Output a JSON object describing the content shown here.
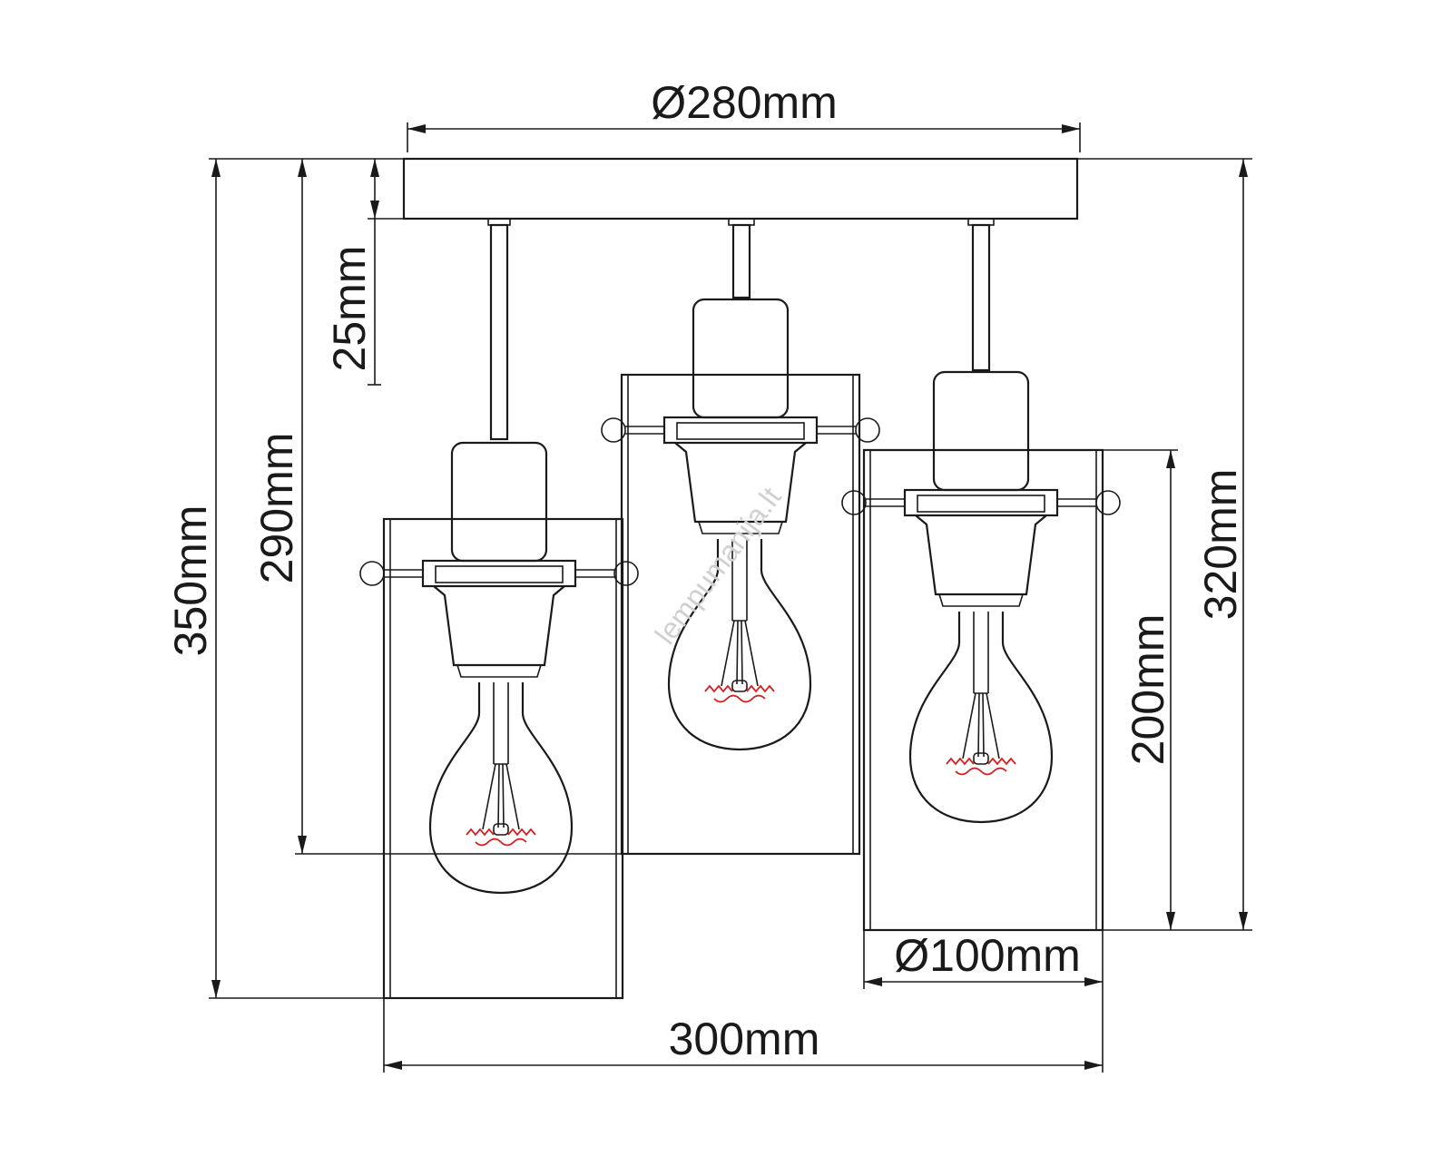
{
  "dimensions": {
    "canopy_diameter": "Ø280mm",
    "canopy_height": "25mm",
    "height_middle": "290mm",
    "height_total": "350mm",
    "height_right": "320mm",
    "shade_height": "200mm",
    "shade_diameter": "Ø100mm",
    "total_width": "300mm"
  },
  "watermark": "lempumanija.lt",
  "colors": {
    "line": "#1a1a1a",
    "filament": "#d42020",
    "watermark": "#d0d0d0"
  }
}
